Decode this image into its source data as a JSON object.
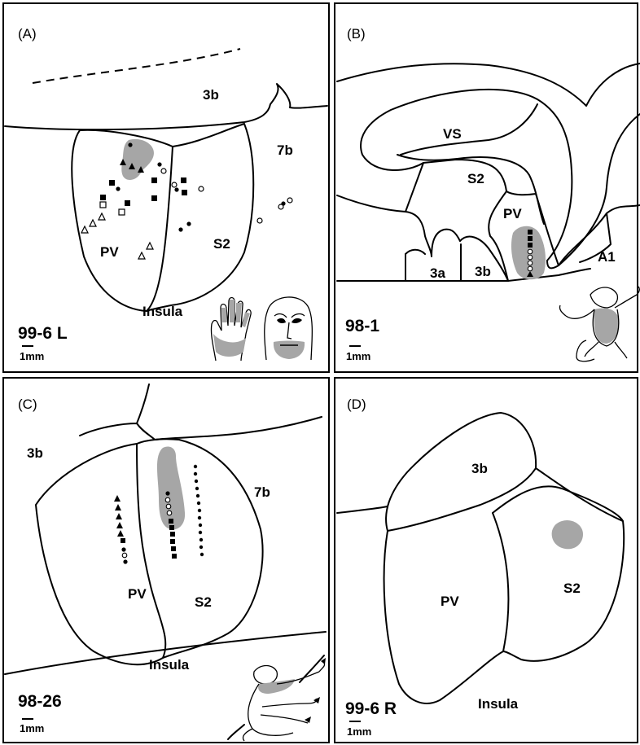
{
  "panels": [
    {
      "letter": "(A)",
      "case_id": "99-6 L",
      "scale": "1mm",
      "areas": {
        "a3b": "3b",
        "a7b": "7b",
        "pv": "PV",
        "s2": "S2",
        "insula": "Insula"
      },
      "icons": [
        "hand-receptive-field-icon",
        "face-receptive-field-icon"
      ]
    },
    {
      "letter": "(B)",
      "case_id": "98-1",
      "scale": "1mm",
      "areas": {
        "vs": "VS",
        "s2": "S2",
        "pv": "PV",
        "a3a": "3a",
        "a3b": "3b",
        "a1": "A1"
      },
      "icons": [
        "monkey-receptive-field-icon"
      ]
    },
    {
      "letter": "(C)",
      "case_id": "98-26",
      "scale": "1mm",
      "areas": {
        "a3b": "3b",
        "a7b": "7b",
        "pv": "PV",
        "s2": "S2",
        "insula": "Insula"
      },
      "icons": [
        "monkey-receptive-field-icon"
      ]
    },
    {
      "letter": "(D)",
      "case_id": "99-6 R",
      "scale": "1mm",
      "areas": {
        "a3b": "3b",
        "pv": "PV",
        "s2": "S2",
        "insula": "Insula"
      },
      "icons": []
    }
  ],
  "colors": {
    "injection_site": "#a6a6a6",
    "line": "#000000",
    "background": "#ffffff"
  },
  "marker_types": [
    "filled-circle",
    "open-circle",
    "filled-square",
    "open-square",
    "filled-triangle",
    "open-triangle"
  ]
}
